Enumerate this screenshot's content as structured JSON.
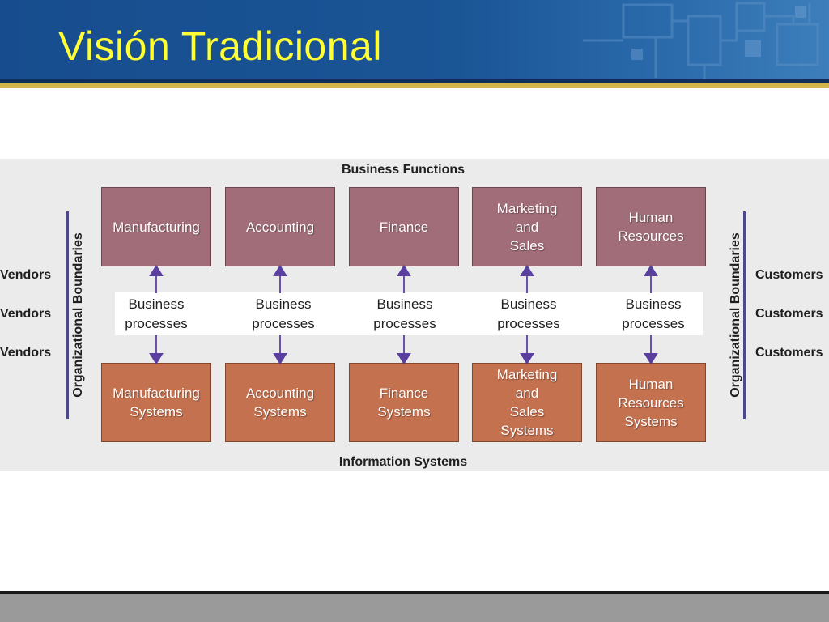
{
  "slide": {
    "title": "Visión Tradicional"
  },
  "diagram": {
    "top_caption": "Business Functions",
    "bottom_caption": "Information Systems",
    "functions": [
      "Manufacturing",
      "Accounting",
      "Finance",
      "Marketing\nand\nSales",
      "Human\nResources"
    ],
    "processes": [
      "Business\nprocesses",
      "Business\nprocesses",
      "Business\nprocesses",
      "Business\nprocesses",
      "Business\nprocesses"
    ],
    "systems": [
      "Manufacturing\nSystems",
      "Accounting\nSystems",
      "Finance\nSystems",
      "Marketing\nand\nSales\nSystems",
      "Human\nResources\nSystems"
    ],
    "left_boundary": "Organizational Boundaries",
    "right_boundary": "Organizational Boundaries",
    "vendors": [
      "Vendors",
      "Vendors",
      "Vendors"
    ],
    "customers": [
      "Customers",
      "Customers",
      "Customers"
    ],
    "colors": {
      "function_box": "#a06d78",
      "system_box": "#c4714f",
      "arrow": "#5b3fa0",
      "title": "#ffff33"
    }
  }
}
